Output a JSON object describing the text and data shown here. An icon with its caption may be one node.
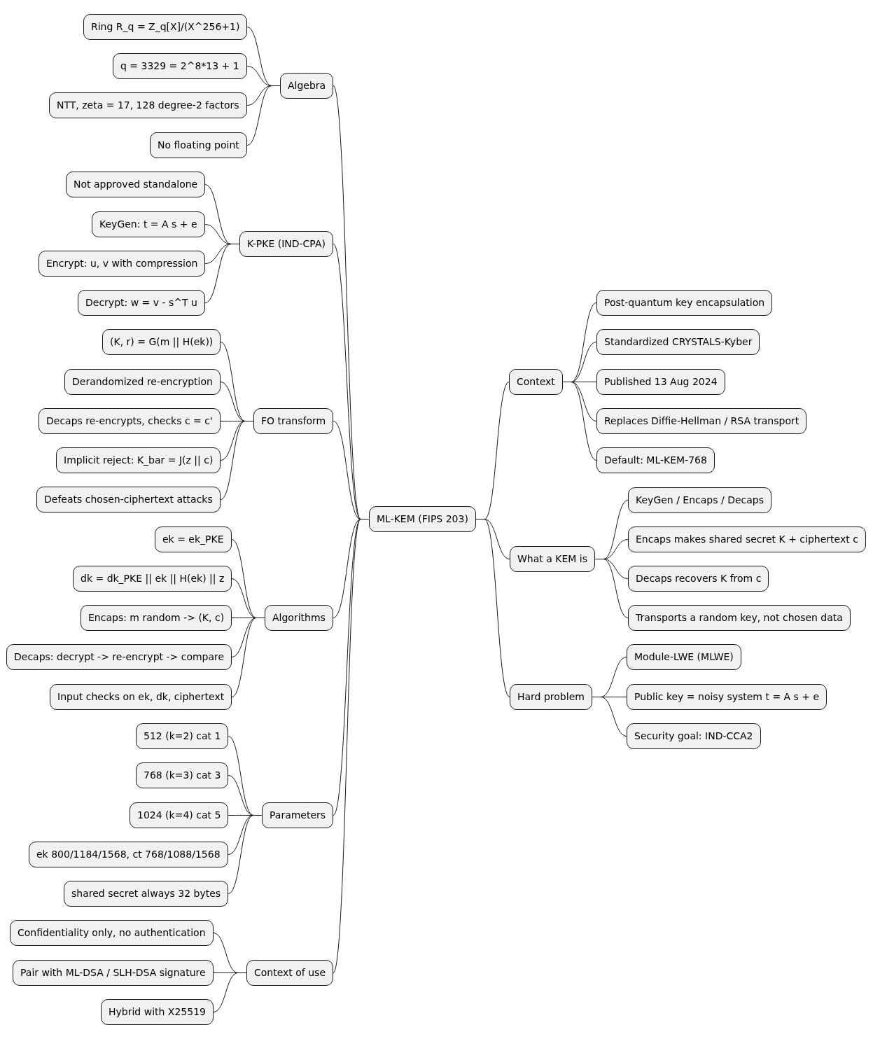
{
  "diagram": {
    "nodes": [
      {
        "text": [
          "ML-KEM (FIPS 203)"
        ]
      },
      {
        "text": [
          "Algebra"
        ]
      },
      {
        "text": [
          "Ring R_q = Z_q[X]/(X^256+1)"
        ]
      },
      {
        "text": [
          "q = 3329 = 2^8*13 + 1"
        ]
      },
      {
        "text": [
          "NTT, zeta = 17, 128 degree-2 factors"
        ]
      },
      {
        "text": [
          "No floating point"
        ]
      },
      {
        "text": [
          "K-PKE (IND-CPA)"
        ]
      },
      {
        "text": [
          "Not approved standalone"
        ]
      },
      {
        "text": [
          "KeyGen: t = A s + e"
        ]
      },
      {
        "text": [
          "Encrypt: u, v with compression"
        ]
      },
      {
        "text": [
          "Decrypt: w = v - s^T u"
        ]
      },
      {
        "text": [
          "FO transform"
        ]
      },
      {
        "text": [
          "(K, r) = G(m || H(ek))"
        ]
      },
      {
        "text": [
          "Derandomized re-encryption"
        ]
      },
      {
        "text": [
          "Decaps re-encrypts, checks c = c'"
        ]
      },
      {
        "text": [
          "Implicit reject: K_bar = J(z || c)"
        ]
      },
      {
        "text": [
          "Defeats chosen-ciphertext attacks"
        ]
      },
      {
        "text": [
          "Algorithms"
        ]
      },
      {
        "text": [
          "ek = ek_PKE"
        ]
      },
      {
        "text": [
          "dk = dk_PKE || ek || H(ek) || z"
        ]
      },
      {
        "text": [
          "Encaps: m random -> (K, c)"
        ]
      },
      {
        "text": [
          "Decaps: decrypt -> re-encrypt -> compare"
        ]
      },
      {
        "text": [
          "Input checks on ek, dk, ciphertext"
        ]
      },
      {
        "text": [
          "Parameters"
        ]
      },
      {
        "text": [
          "512 (k=2) cat 1"
        ]
      },
      {
        "text": [
          "768 (k=3) cat 3"
        ]
      },
      {
        "text": [
          "1024 (k=4) cat 5"
        ]
      },
      {
        "text": [
          "ek 800/1184/1568, ct 768/1088/1568"
        ]
      },
      {
        "text": [
          "shared secret always 32 bytes"
        ]
      },
      {
        "text": [
          "Context of use"
        ]
      },
      {
        "text": [
          "Confidentiality only, no authentication"
        ]
      },
      {
        "text": [
          "Pair with ML-DSA / SLH-DSA signature"
        ]
      },
      {
        "text": [
          "Hybrid with X25519"
        ]
      },
      {
        "text": [
          "Context"
        ]
      },
      {
        "text": [
          "Post-quantum key encapsulation"
        ]
      },
      {
        "text": [
          "Standardized CRYSTALS-Kyber"
        ]
      },
      {
        "text": [
          "Published 13 Aug 2024"
        ]
      },
      {
        "text": [
          "Replaces Diffie-Hellman / RSA transport"
        ]
      },
      {
        "text": [
          "Default: ML-KEM-768"
        ]
      },
      {
        "text": [
          "What a KEM is"
        ]
      },
      {
        "text": [
          "KeyGen / Encaps / Decaps"
        ]
      },
      {
        "text": [
          "Encaps makes shared secret K + ciphertext c"
        ]
      },
      {
        "text": [
          "Decaps recovers K from c"
        ]
      },
      {
        "text": [
          "Transports a random key, not chosen data"
        ]
      },
      {
        "text": [
          "Hard problem"
        ]
      },
      {
        "text": [
          "Module-LWE (MLWE)"
        ]
      },
      {
        "text": [
          "Public key = noisy system t = A s + e"
        ]
      },
      {
        "text": [
          "Security goal: IND-CCA2"
        ]
      }
    ],
    "edges": [
      {
        "from": 0,
        "to": 1,
        "arrow": "none"
      },
      {
        "from": 1,
        "to": 2,
        "arrow": "none"
      },
      {
        "from": 1,
        "to": 3,
        "arrow": "none"
      },
      {
        "from": 1,
        "to": 4,
        "arrow": "none"
      },
      {
        "from": 1,
        "to": 5,
        "arrow": "none"
      },
      {
        "from": 0,
        "to": 6,
        "arrow": "none"
      },
      {
        "from": 6,
        "to": 7,
        "arrow": "none"
      },
      {
        "from": 6,
        "to": 8,
        "arrow": "none"
      },
      {
        "from": 6,
        "to": 9,
        "arrow": "none"
      },
      {
        "from": 6,
        "to": 10,
        "arrow": "none"
      },
      {
        "from": 0,
        "to": 11,
        "arrow": "none"
      },
      {
        "from": 11,
        "to": 12,
        "arrow": "none"
      },
      {
        "from": 11,
        "to": 13,
        "arrow": "none"
      },
      {
        "from": 11,
        "to": 14,
        "arrow": "none"
      },
      {
        "from": 11,
        "to": 15,
        "arrow": "none"
      },
      {
        "from": 11,
        "to": 16,
        "arrow": "none"
      },
      {
        "from": 0,
        "to": 17,
        "arrow": "none"
      },
      {
        "from": 17,
        "to": 18,
        "arrow": "none"
      },
      {
        "from": 17,
        "to": 19,
        "arrow": "none"
      },
      {
        "from": 17,
        "to": 20,
        "arrow": "none"
      },
      {
        "from": 17,
        "to": 21,
        "arrow": "none"
      },
      {
        "from": 17,
        "to": 22,
        "arrow": "none"
      },
      {
        "from": 0,
        "to": 23,
        "arrow": "none"
      },
      {
        "from": 23,
        "to": 24,
        "arrow": "none"
      },
      {
        "from": 23,
        "to": 25,
        "arrow": "none"
      },
      {
        "from": 23,
        "to": 26,
        "arrow": "none"
      },
      {
        "from": 23,
        "to": 27,
        "arrow": "none"
      },
      {
        "from": 23,
        "to": 28,
        "arrow": "none"
      },
      {
        "from": 0,
        "to": 29,
        "arrow": "none"
      },
      {
        "from": 29,
        "to": 30,
        "arrow": "none"
      },
      {
        "from": 29,
        "to": 31,
        "arrow": "none"
      },
      {
        "from": 29,
        "to": 32,
        "arrow": "none"
      },
      {
        "from": 0,
        "to": 33,
        "arrow": "none"
      },
      {
        "from": 33,
        "to": 34,
        "arrow": "none"
      },
      {
        "from": 33,
        "to": 35,
        "arrow": "none"
      },
      {
        "from": 33,
        "to": 36,
        "arrow": "none"
      },
      {
        "from": 33,
        "to": 37,
        "arrow": "none"
      },
      {
        "from": 33,
        "to": 38,
        "arrow": "none"
      },
      {
        "from": 0,
        "to": 39,
        "arrow": "none"
      },
      {
        "from": 39,
        "to": 40,
        "arrow": "none"
      },
      {
        "from": 39,
        "to": 41,
        "arrow": "none"
      },
      {
        "from": 39,
        "to": 42,
        "arrow": "none"
      },
      {
        "from": 39,
        "to": 43,
        "arrow": "none"
      },
      {
        "from": 0,
        "to": 44,
        "arrow": "none"
      },
      {
        "from": 44,
        "to": 45,
        "arrow": "none"
      },
      {
        "from": 44,
        "to": 46,
        "arrow": "none"
      },
      {
        "from": 44,
        "to": 47,
        "arrow": "none"
      }
    ]
  }
}
